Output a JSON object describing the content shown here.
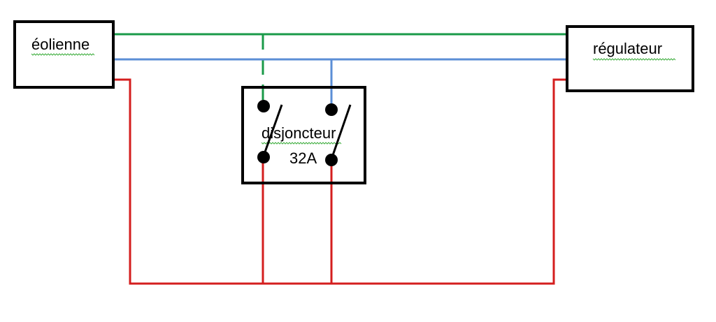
{
  "labels": {
    "wind_turbine": "éolienne",
    "regulator": "régulateur",
    "breaker": "disjoncteur",
    "breaker_rating": "32A"
  },
  "colors": {
    "wire_green": "#1a9a48",
    "wire_blue": "#5b8ed6",
    "wire_red": "#d41e1e",
    "box_border": "#000000",
    "spellcheck_underline": "#3fae3f"
  },
  "icons": {
    "terminal": "filled-circle",
    "switch_contact": "diagonal-line"
  }
}
